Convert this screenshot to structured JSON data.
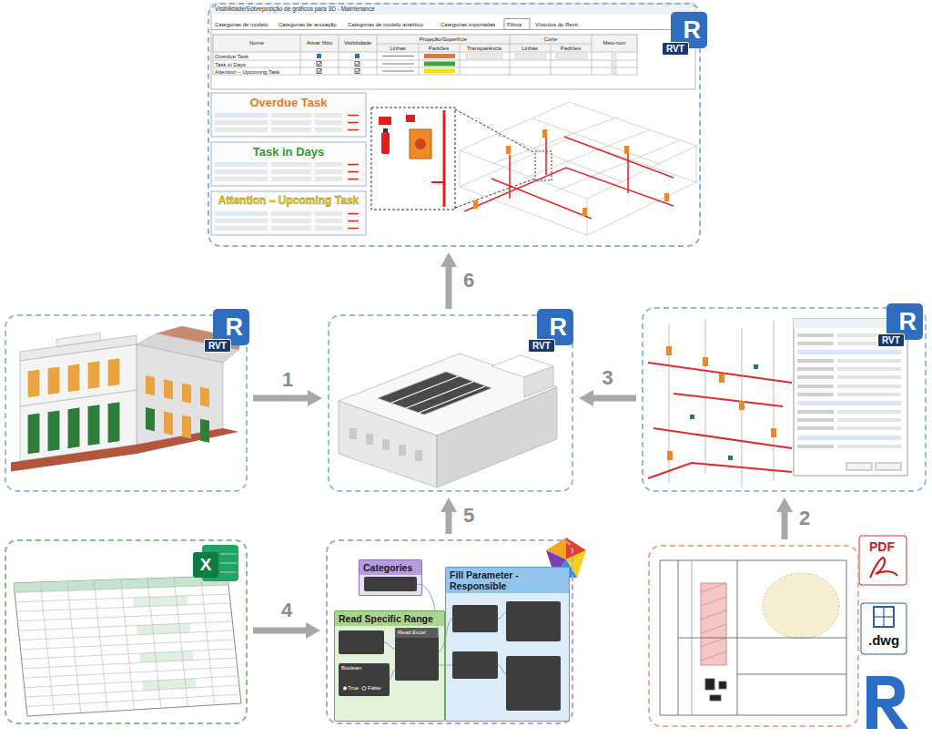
{
  "diagram": {
    "nodes": [
      {
        "text": [
          "R",
          "RVT"
        ]
      },
      {
        "text": [
          "R",
          "RVT"
        ]
      },
      {
        "text": [
          "R",
          "RVT"
        ]
      },
      {
        "text": [
          "R",
          "RVT"
        ]
      },
      {
        "text": [
          "X"
        ]
      },
      {
        "text": []
      },
      {
        "text": [
          "PDF",
          ".dwg"
        ]
      },
      {
        "text": [
          "Categories"
        ],
        "in": 5
      },
      {
        "text": [
          "Read Specific Range"
        ],
        "in": 5
      },
      {
        "text": [
          "Fill Parameter - Responsible"
        ],
        "in": 5
      }
    ],
    "edges": [
      {
        "from": 1,
        "to": 2,
        "arrow": "to",
        "label": "1"
      },
      {
        "from": 6,
        "to": 3,
        "arrow": "to",
        "label": "2"
      },
      {
        "from": 3,
        "to": 2,
        "arrow": "to",
        "label": "3"
      },
      {
        "from": 4,
        "to": 5,
        "arrow": "to",
        "label": "4"
      },
      {
        "from": 5,
        "to": 2,
        "arrow": "to",
        "label": "5"
      },
      {
        "from": 2,
        "to": 0,
        "arrow": "to",
        "label": "6"
      }
    ],
    "labels": [
      "Visibilidade/Sobreposição de gráficos para 3D - Maintenance",
      "Categorias de modelo",
      "Categorias de anotação",
      "Categorias de modelo analítico",
      "Categorias importadas",
      "Filtros",
      "Vínculos do Revit",
      "Nome",
      "Ativar filtro",
      "Visibilidade",
      "Projeção/Superfície",
      "Corte",
      "Meio-tom",
      "Linhas",
      "Padrões",
      "Transparência",
      "Linhas",
      "Padrões",
      "Overdue Task",
      "Task in Days",
      "Attention – Upcoming Task",
      "Overdue Task",
      "Task in Days",
      "Attention – Upcoming Task",
      "Read Excel",
      "Boolean",
      "True",
      "False"
    ]
  }
}
